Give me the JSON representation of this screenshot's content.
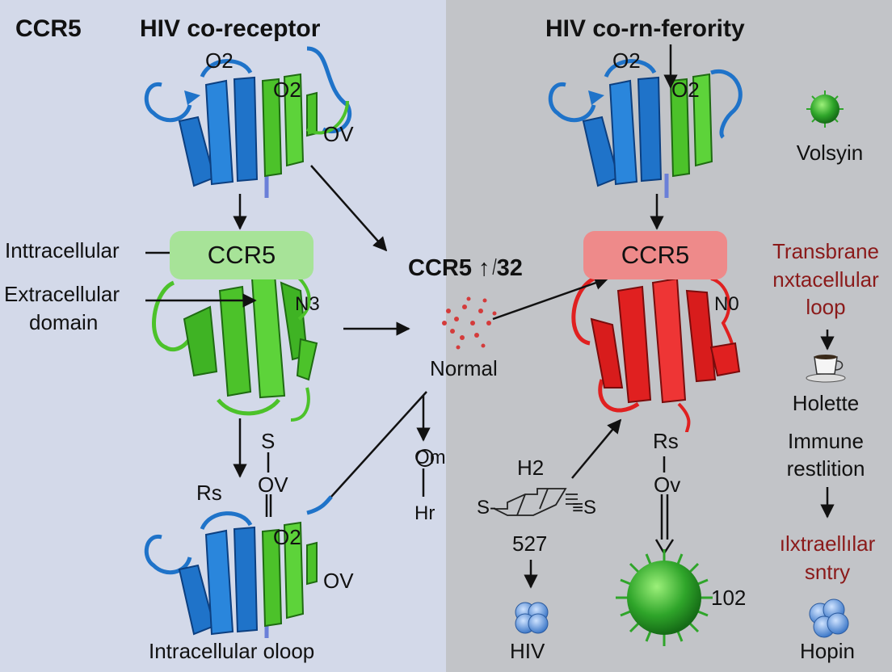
{
  "header": {
    "left_corner": "CCR5",
    "left_title": "HIV co-receptor",
    "right_title": "HIV co-rn-ferority"
  },
  "left_panel": {
    "top_protein": {
      "o2_a": "O2",
      "o2_b": "O2",
      "ov": "OV"
    },
    "ccr5_label": "CCR5",
    "intracellular": "Inttracellular",
    "extracellular_line1": "Extracellular",
    "extracellular_line2": "domain",
    "n3": "N3",
    "s": "S",
    "rs": "Rs",
    "ov_mid": "OV",
    "bottom_protein": {
      "o2": "O2",
      "ov": "OV"
    },
    "bottom_caption": "Intracellular oloop"
  },
  "center": {
    "ccr5_32": "CCR5 ↑ 32",
    "normal": "Normal",
    "om": "Om",
    "hr": "Hr"
  },
  "right_panel": {
    "top_protein": {
      "o2_a": "O2",
      "o2_b": "O2"
    },
    "ccr5_label": "CCR5",
    "n0": "N0",
    "rs": "Rs",
    "ov": "Ov",
    "h2": "H2",
    "s_left": "S-",
    "s_right": "≡S",
    "num": "527",
    "hiv": "HIV",
    "virus_label": "102"
  },
  "side_column": {
    "volsyin": "Volsyin",
    "transbrane": [
      "Transbrane",
      "nxtacellular",
      "loop"
    ],
    "holette": "Holette",
    "immune": [
      "Immune",
      "restlition"
    ],
    "extra": [
      "ılxtraellılar",
      "ѕntry"
    ],
    "hopin": "Hopin"
  },
  "colors": {
    "left_bg": "#d3d9e9",
    "right_bg": "#c2c4c8",
    "blue_strand": "#1f73c9",
    "green_strand": "#4cc22a",
    "red_strand": "#e02020",
    "accent_red_text": "#8b1a1a",
    "pill_green": "#a7e398",
    "pill_red": "#ee8a8a"
  }
}
